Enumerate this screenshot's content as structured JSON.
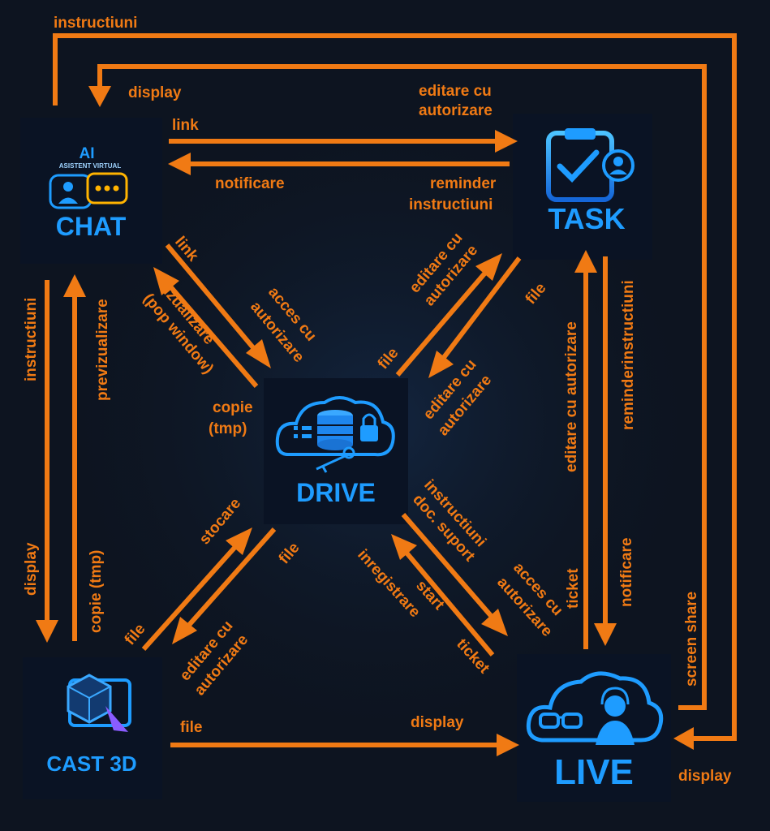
{
  "colors": {
    "background": "#0d1420",
    "arrow": "#f07a14",
    "label": "#f07a14",
    "node_text": "#1e9cff",
    "node_bg": "#0a1324"
  },
  "nodes": {
    "chat": {
      "top_text": "AI",
      "sub_text": "ASISTENT VIRTUAL",
      "title": "CHAT",
      "icon": "chat-bubble-avatar-icon"
    },
    "task": {
      "title": "TASK",
      "icon": "clipboard-check-user-icon"
    },
    "drive": {
      "title": "DRIVE",
      "icon": "database-cloud-lock-key-icon"
    },
    "cast": {
      "title": "CAST 3D",
      "icon": "3d-cube-monitor-icon"
    },
    "live": {
      "title": "LIVE",
      "icon": "cloud-glasses-headset-agent-icon"
    }
  },
  "labels": {
    "instructiuni_top": "instructiuni",
    "display_chat": "display",
    "link_chat_task": "link",
    "editare_task_1": "editare cu",
    "editare_task_2": "autorizare",
    "notificare_chat": "notificare",
    "reminder_1": "reminder",
    "reminder_2": "instructiuni",
    "link_drive": "link",
    "acces_1": "acces cu",
    "acces_2": "autorizare",
    "viz_1": "(pop  window)",
    "viz_2": "vizualizare",
    "copie_1": "copie",
    "copie_2": "(tmp)",
    "instructiuni_left": "instructiuni",
    "previzualizare": "previzualizare",
    "editare_dt_1": "editare cu",
    "editare_dt_2": "autorizare",
    "file_drive_task": "file",
    "file_task_drive": "file",
    "editare_td_1": "editare cu",
    "editare_td_2": "autorizare",
    "editare_task_live": "editare cu autorizare",
    "reminderinstructiuni": "reminderinstructiuni",
    "display_left": "display",
    "copie_tmp_cast": "copie (tmp)",
    "stocare": "stocare",
    "file_cast_drive": "file",
    "file_drive_cast": "file",
    "editare_cd_1": "editare cu",
    "editare_cd_2": "autorizare",
    "instr_doc_1": "instructiuni",
    "instr_doc_2": "doc. suport",
    "start_1": "start",
    "start_2": "inregistrare",
    "acces_live_1": "acces cu",
    "acces_live_2": "autorizare",
    "ticket_drive": "ticket",
    "ticket_live": "ticket",
    "notificare_live": "notificare",
    "screen_share": "screen share",
    "file_cast_live": "file",
    "display_cast_live": "display",
    "display_live": "display"
  }
}
